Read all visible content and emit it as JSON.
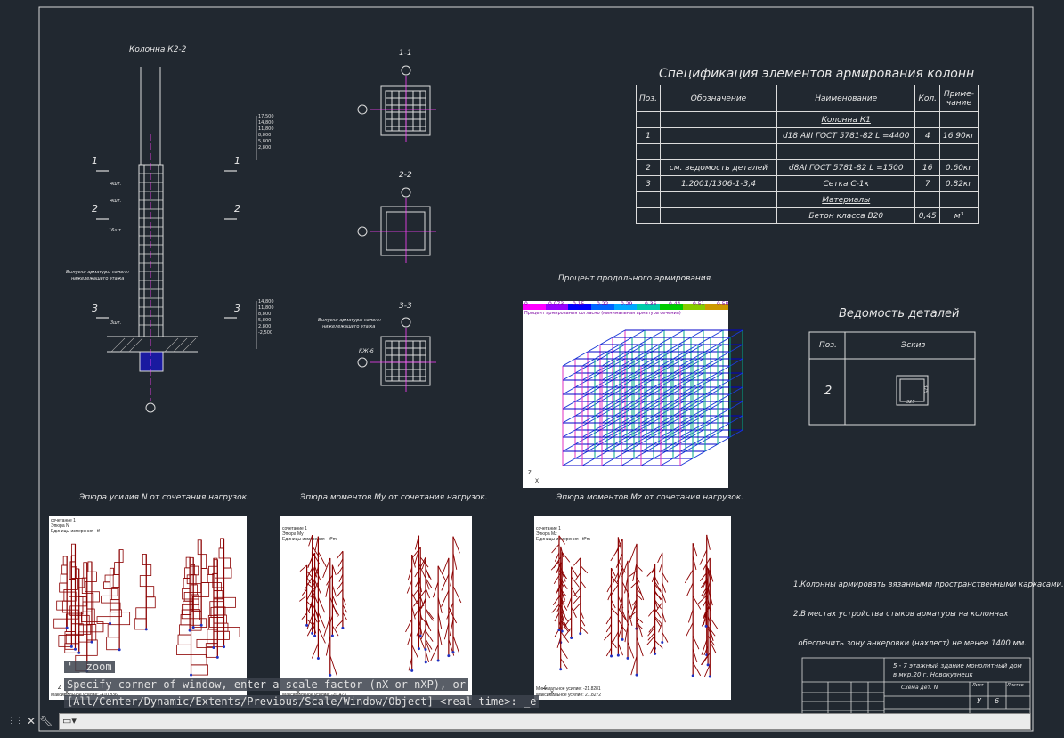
{
  "drawing": {
    "column_title": "Колонна К2-2",
    "sections": [
      "1-1",
      "2-2",
      "3-3"
    ],
    "section_marks": [
      "1",
      "2",
      "3"
    ],
    "elevations_top": [
      "17,500",
      "14,800",
      "11,800",
      "8,800",
      "5,800",
      "2,800"
    ],
    "elevations_bottom": [
      "14,800",
      "11,800",
      "8,800",
      "5,800",
      "2,800",
      "-2,500"
    ],
    "leader_notes": [
      "4шт.",
      "4шт.",
      "16шт.",
      "3шт."
    ],
    "leader_numbers": [
      "1",
      "2",
      "3"
    ],
    "outlet_note_line1": "Выпуски арматуры колонн",
    "outlet_note_line2": "нижележащего этажа",
    "kzh_label": "КЖ-6"
  },
  "spec": {
    "title": "Спецификация элементов армирования колонн",
    "headers": [
      "Поз.",
      "Обозначение",
      "Наименование",
      "Кол.",
      "Приме-\nчание"
    ],
    "group_title": "Колонна К1",
    "rows": [
      {
        "pos": "1",
        "code": "",
        "name": "d18 AIII   ГОСТ 5781-82   L =4400",
        "qty": "4",
        "note": "16.90кг"
      },
      {
        "pos": "",
        "code": "",
        "name": "",
        "qty": "",
        "note": ""
      },
      {
        "pos": "2",
        "code": "см. ведомость деталей",
        "name": "d8AI     ГОСТ 5781-82   L =1500",
        "qty": "16",
        "note": "0.60кг"
      },
      {
        "pos": "3",
        "code": "1.2001/1306-1-3,4",
        "name": "Сетка С-1к",
        "qty": "7",
        "note": "0.82кг"
      }
    ],
    "materials_title": "Материалы",
    "concrete": {
      "name": "Бетон класса В20",
      "qty": "0,45",
      "unit": "м³"
    }
  },
  "percent_plot": {
    "title": "Процент продольного армирования.",
    "legend_values": [
      "0",
      "0.073",
      "0.15",
      "0.22",
      "0.29",
      "0.36",
      "0.44",
      "0.51",
      "0.58"
    ],
    "legend_colors": [
      "#ff00ff",
      "#9900ff",
      "#0000ff",
      "#0066ff",
      "#00aaff",
      "#00ccaa",
      "#00cc00",
      "#88cc00",
      "#cc9900"
    ],
    "subtitle": "Процент армирования согласно (минимальная арматура сечения)"
  },
  "details": {
    "title": "Ведомость деталей",
    "headers": [
      "Поз.",
      "Эскиз"
    ],
    "pos": "2",
    "dims": [
      "325",
      "325"
    ]
  },
  "diagrams": [
    {
      "title": "Эпюра усилия N от сочетания нагрузок.",
      "header": [
        "сочетание 1",
        "Эпюра N",
        "Единицы измерения - tf"
      ],
      "footer": "Максимальное усилие: -410.836"
    },
    {
      "title": "Эпюра   моментов My от сочетания нагрузок.",
      "header": [
        "сочетание 1",
        "Эпюра My",
        "Единицы измерения - tf*m"
      ],
      "footer": "Максимальное усилие: -20.473"
    },
    {
      "title": "Эпюра моментов Mz от сочетания нагрузок.",
      "header": [
        "сочетание 1",
        "Эпюра Mz",
        "Единицы измерения - tf*m"
      ],
      "footer1": "Минимальное усилие: -21.8281",
      "footer2": "Максимальное усилие: 21.8272"
    }
  ],
  "notes": [
    "1.Колонны армировать вязанными пространственными каркасами.",
    "2.В местах устройства стыков арматуры на колоннах",
    "  обеспечить зону анкеровки (нахлест) не менее 1400 мм."
  ],
  "stamp": {
    "project_line1": "5 - 7 этажный здание монолитный дом",
    "project_line2": "в мкр.20 г. Новокузнецк",
    "sheet_label": "Лист",
    "sheets_label": "Листов",
    "stage": "У",
    "sheet_num": "6",
    "doc_name": "Схема дет. N"
  },
  "command_line": {
    "history1": "' _zoom",
    "history2": "Specify corner of window, enter a scale factor (nX or nXP), or",
    "history3": "[All/Center/Dynamic/Extents/Previous/Scale/Window/Object] <real time>: _e",
    "input_value": ""
  }
}
